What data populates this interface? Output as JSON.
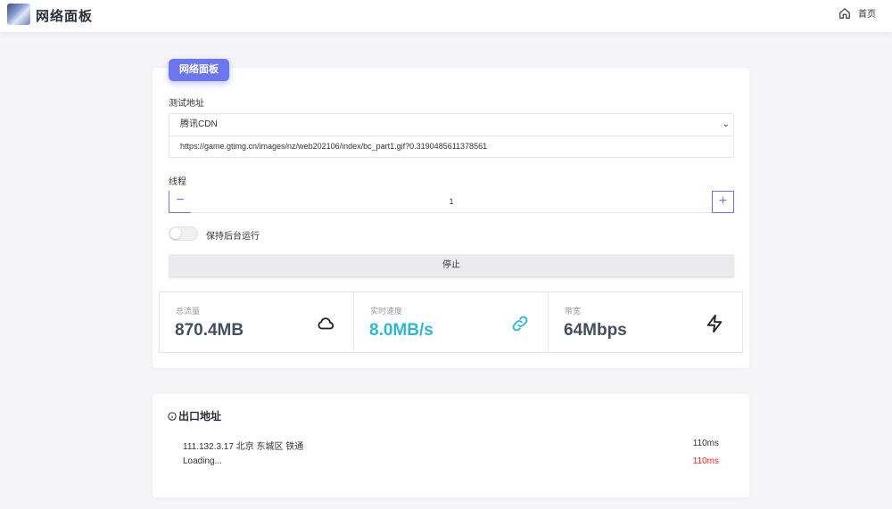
{
  "header": {
    "title": "网络面板",
    "home_label": "首页"
  },
  "panel": {
    "tag": "网络面板",
    "test_address_label": "测试地址",
    "cdn_select_value": "腾讯CDN",
    "url_value": "https://game.gtimg.cn/images/nz/web202106/index/bc_part1.gif?0.3190485611378561",
    "threads_label": "线程",
    "threads_value": "1",
    "minus_symbol": "−",
    "plus_symbol": "+",
    "keep_background_label": "保持后台运行",
    "keep_background_on": false,
    "stop_button_label": "停止"
  },
  "stats": {
    "total_traffic_label": "总流量",
    "total_traffic_value": "870.4MB",
    "realtime_speed_label": "实时速度",
    "realtime_speed_value": "8.0MB/s",
    "bandwidth_label": "带宽",
    "bandwidth_value": "64Mbps"
  },
  "exit": {
    "title": "出口地址",
    "rows": [
      {
        "address": "111.132.3.17 北京 东城区 铁通",
        "latency": "110ms",
        "latency_color": "#333333"
      },
      {
        "address": "Loading...",
        "latency": "110ms",
        "latency_color": "#f5222d"
      }
    ]
  },
  "colors": {
    "accent": "#6b76f0",
    "speed": "#30b6d6",
    "error": "#f5222d"
  }
}
